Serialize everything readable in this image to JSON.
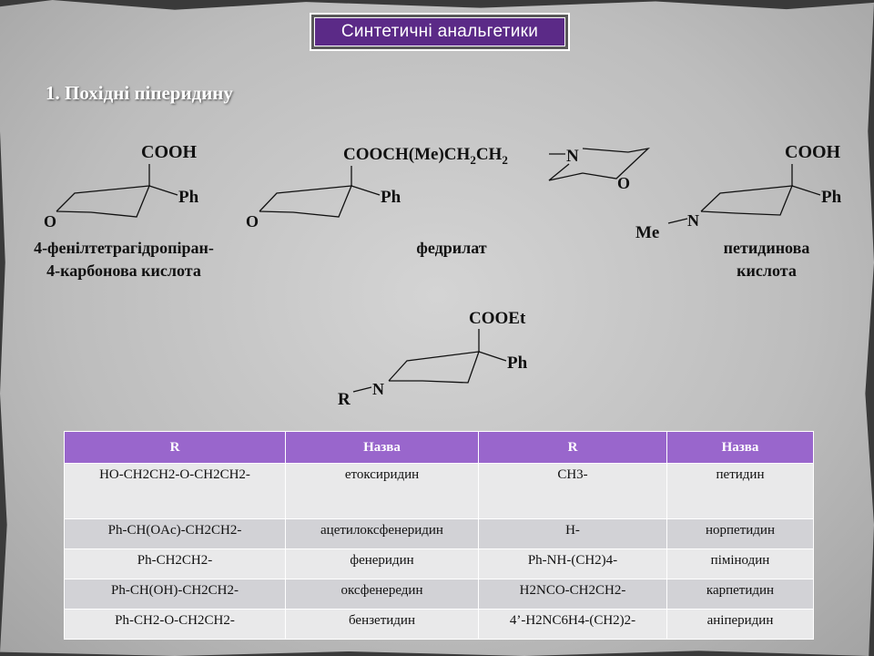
{
  "title": "Синтетичні анальгетики",
  "section_heading": "1. Похідні піперидину",
  "structures": {
    "s1": {
      "acid": "COOH",
      "ph": "Ph",
      "o": "O",
      "caption_line1": "4-фенілтетрагідропіран-",
      "caption_line2": "4-карбонова кислота"
    },
    "s2": {
      "ester": "COOCH(Me)CH",
      "sub1": "2",
      "mid": "CH",
      "sub2": "2",
      "n": "N",
      "o_morph": "O",
      "ph": "Ph",
      "o": "O",
      "caption": "федрилат"
    },
    "s3": {
      "acid": "COOH",
      "ph": "Ph",
      "n": "N",
      "me": "Me",
      "caption_line1": "петидинова",
      "caption_line2": "кислота"
    },
    "s4": {
      "ester": "COOEt",
      "ph": "Ph",
      "n": "N",
      "r": "R"
    }
  },
  "table": {
    "headers": [
      "R",
      "Назва",
      "R",
      "Назва"
    ],
    "rows": [
      [
        "HO-CH2CH2-O-CH2CH2-",
        "етоксиридин",
        "CH3-",
        "петидин"
      ],
      [
        "Ph-CH(OAc)-CH2CH2-",
        "ацетилоксфенеридин",
        "H-",
        "норпетидин"
      ],
      [
        "Ph-CH2CH2-",
        "фенеридин",
        "Ph-NH-(CH2)4-",
        "пімінодин"
      ],
      [
        "Ph-CH(OH)-CH2CH2-",
        "оксфенередин",
        "H2NCO-CH2CH2-",
        "карпетидин"
      ],
      [
        "Ph-CH2-O-CH2CH2-",
        "бензетидин",
        "4’-H2NC6H4-(CH2)2-",
        "аніперидин"
      ]
    ]
  }
}
